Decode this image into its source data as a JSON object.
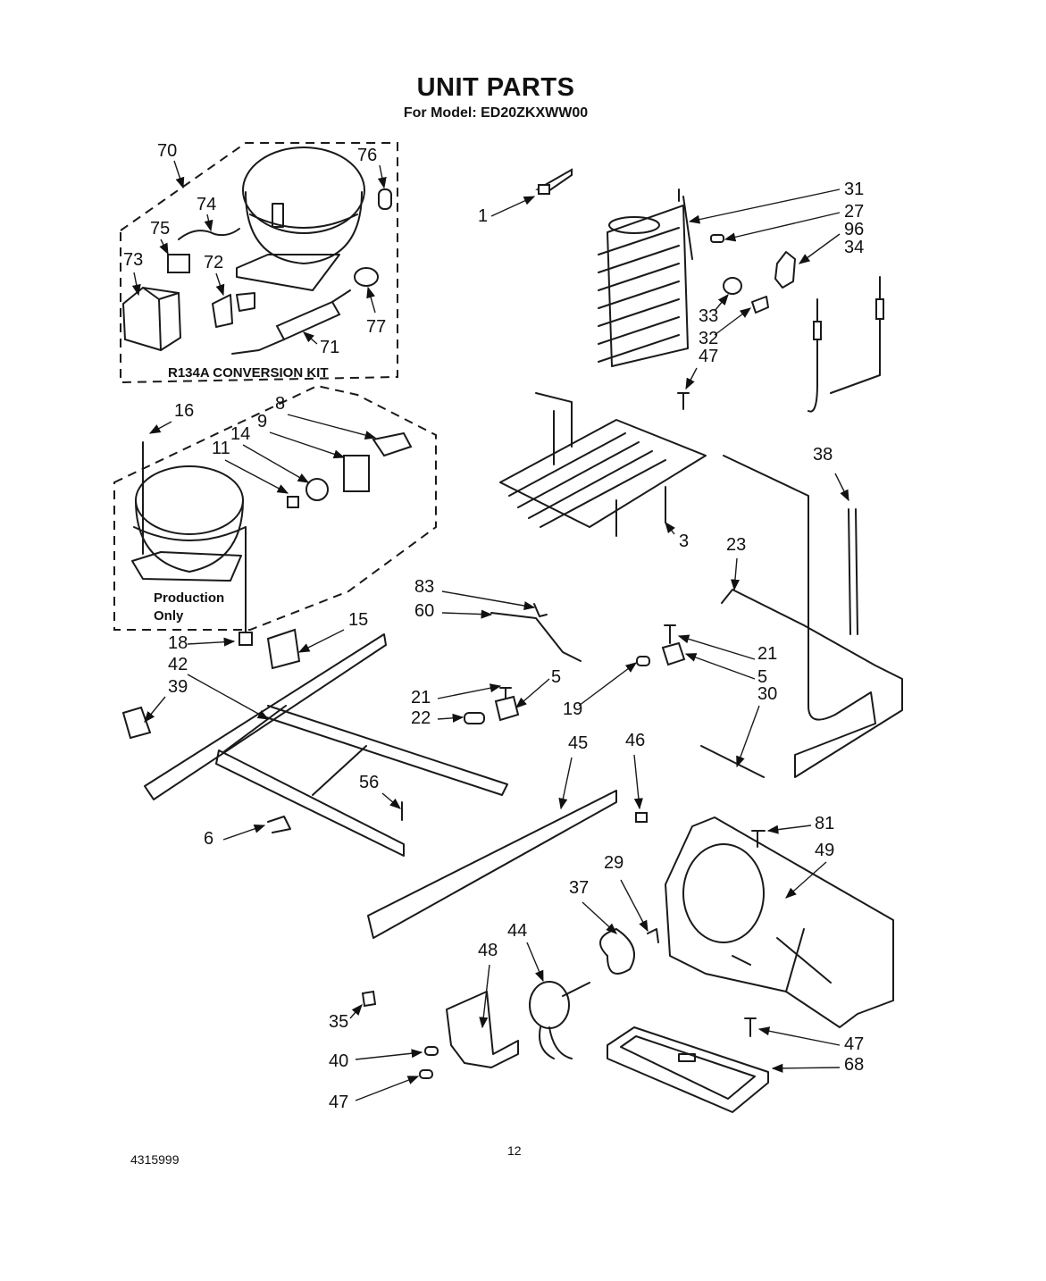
{
  "header": {
    "title": "UNIT PARTS",
    "subtitle": "For Model: ED20ZKXWW00"
  },
  "footer": {
    "doc_code": "4315999",
    "page_number": "12"
  },
  "groups": {
    "conversion_kit_label": "R134A  CONVERSION  KIT",
    "production_label_line1": "Production",
    "production_label_line2": "Only"
  },
  "callouts": [
    {
      "label": "70"
    },
    {
      "label": "76"
    },
    {
      "label": "74"
    },
    {
      "label": "75"
    },
    {
      "label": "73"
    },
    {
      "label": "72"
    },
    {
      "label": "77"
    },
    {
      "label": "71"
    },
    {
      "label": "1"
    },
    {
      "label": "31"
    },
    {
      "label": "27"
    },
    {
      "label": "96"
    },
    {
      "label": "34"
    },
    {
      "label": "33"
    },
    {
      "label": "32"
    },
    {
      "label": "47"
    },
    {
      "label": "16"
    },
    {
      "label": "8"
    },
    {
      "label": "9"
    },
    {
      "label": "14"
    },
    {
      "label": "11"
    },
    {
      "label": "38"
    },
    {
      "label": "3"
    },
    {
      "label": "23"
    },
    {
      "label": "83"
    },
    {
      "label": "60"
    },
    {
      "label": "18"
    },
    {
      "label": "15"
    },
    {
      "label": "42"
    },
    {
      "label": "39"
    },
    {
      "label": "21"
    },
    {
      "label": "5"
    },
    {
      "label": "21"
    },
    {
      "label": "22"
    },
    {
      "label": "5"
    },
    {
      "label": "19"
    },
    {
      "label": "30"
    },
    {
      "label": "45"
    },
    {
      "label": "46"
    },
    {
      "label": "56"
    },
    {
      "label": "6"
    },
    {
      "label": "81"
    },
    {
      "label": "49"
    },
    {
      "label": "29"
    },
    {
      "label": "37"
    },
    {
      "label": "44"
    },
    {
      "label": "48"
    },
    {
      "label": "35"
    },
    {
      "label": "40"
    },
    {
      "label": "47"
    },
    {
      "label": "47"
    },
    {
      "label": "68"
    }
  ]
}
